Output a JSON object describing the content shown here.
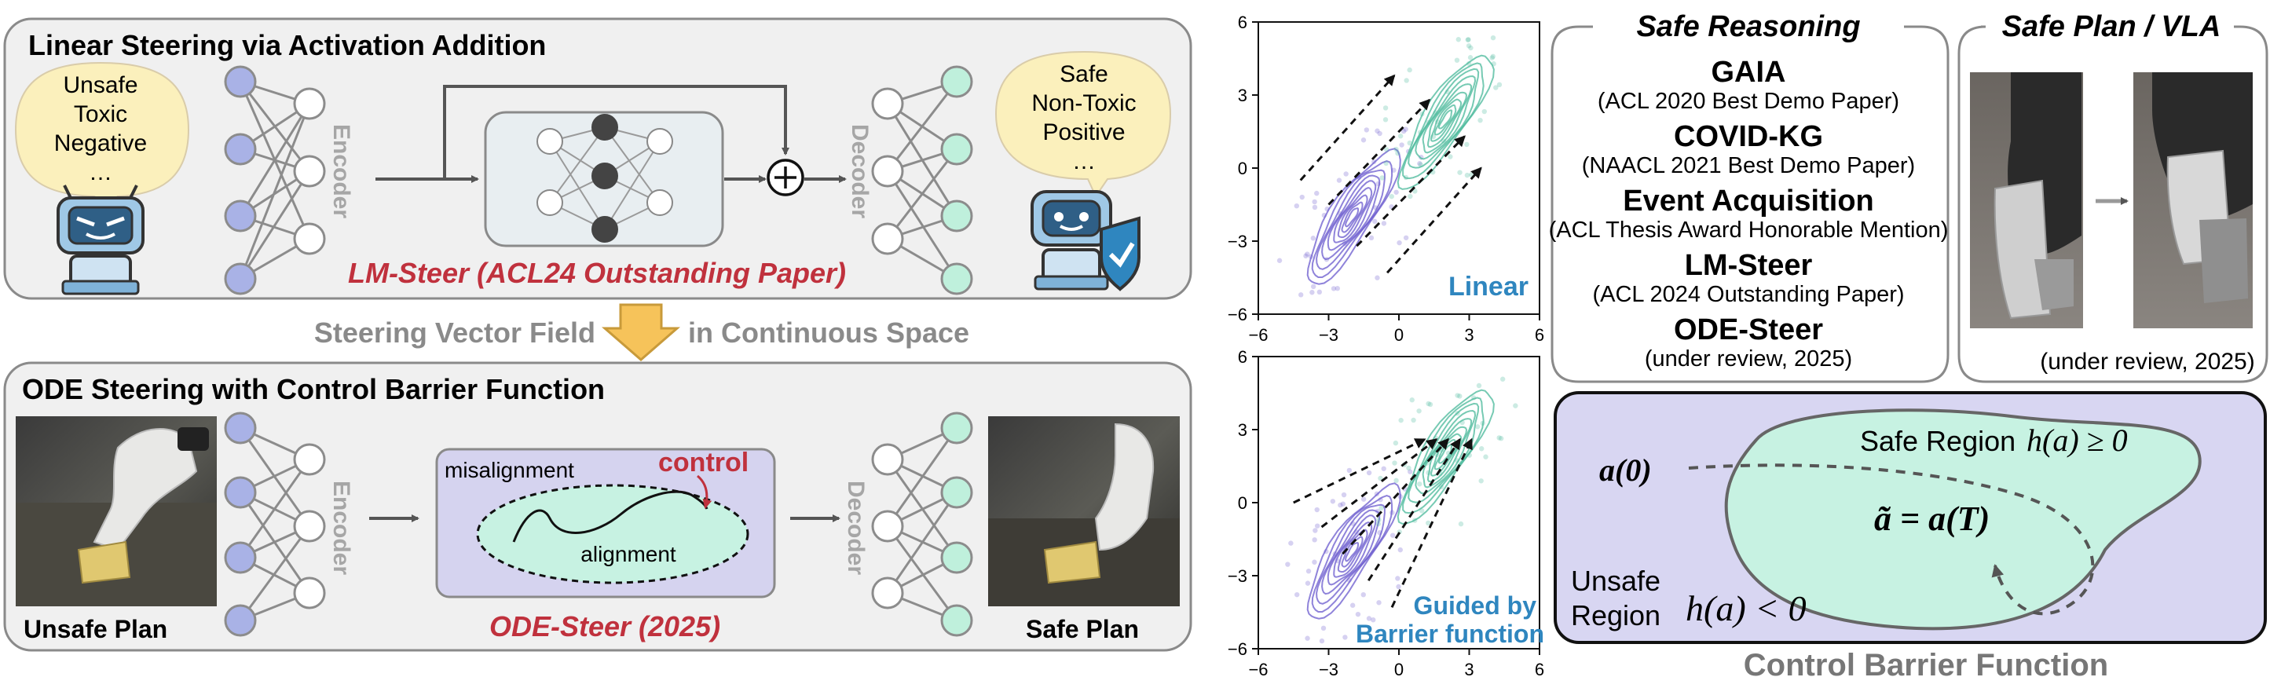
{
  "linear_panel": {
    "title": "Linear Steering via Activation Addition",
    "unsafe_bubble": [
      "Unsafe",
      "Toxic",
      "Negative",
      "…"
    ],
    "safe_bubble": [
      "Safe",
      "Non-Toxic",
      "Positive",
      "…"
    ],
    "encoder_label": "Encoder",
    "decoder_label": "Decoder",
    "plus_symbol": "+",
    "paper_label": "LM-Steer (ACL24 Outstanding Paper)"
  },
  "transition": {
    "left_text": "Steering Vector Field",
    "right_text": "in Continuous Space"
  },
  "ode_panel": {
    "title": "ODE Steering with Control Barrier Function",
    "encoder_label": "Encoder",
    "decoder_label": "Decoder",
    "misalignment_label": "misalignment",
    "control_label": "control",
    "alignment_label": "alignment",
    "unsafe_plan_label": "Unsafe Plan",
    "safe_plan_label": "Safe Plan",
    "paper_label": "ODE-Steer (2025)"
  },
  "chart_data": [
    {
      "type": "scatter",
      "title": "",
      "annotation": "Linear",
      "xlim": [
        -6,
        6
      ],
      "ylim": [
        -6,
        6
      ],
      "xticks": [
        -6,
        -3,
        0,
        3,
        6
      ],
      "yticks": [
        -6,
        -3,
        0,
        3,
        6
      ],
      "series": [
        {
          "color": "#6a5acd",
          "center": [
            -2,
            -2
          ]
        },
        {
          "color": "#48b89a",
          "center": [
            2,
            2
          ]
        }
      ],
      "arrows": [
        {
          "from": [
            -4.2,
            -0.5
          ],
          "to": [
            -0.2,
            3.8
          ]
        },
        {
          "from": [
            -3,
            -1.5
          ],
          "to": [
            1.3,
            2.8
          ]
        },
        {
          "from": [
            -1.8,
            -3.2
          ],
          "to": [
            2.8,
            1.3
          ]
        },
        {
          "from": [
            -0.5,
            -4.3
          ],
          "to": [
            3.5,
            0
          ]
        }
      ]
    },
    {
      "type": "scatter",
      "title": "",
      "annotation": "Guided by Barrier function",
      "xlim": [
        -6,
        6
      ],
      "ylim": [
        -6,
        6
      ],
      "xticks": [
        -6,
        -3,
        0,
        3,
        6
      ],
      "yticks": [
        -6,
        -3,
        0,
        3,
        6
      ],
      "series": [
        {
          "color": "#6a5acd",
          "center": [
            -2,
            -2
          ]
        },
        {
          "color": "#48b89a",
          "center": [
            2,
            2
          ]
        }
      ],
      "arrows": [
        {
          "from": [
            -4.5,
            0
          ],
          "to": [
            1.1,
            2.6
          ]
        },
        {
          "from": [
            -3.3,
            -1
          ],
          "to": [
            1.6,
            2.6
          ]
        },
        {
          "from": [
            -2.4,
            -2.1
          ],
          "to": [
            2.1,
            2.6
          ]
        },
        {
          "from": [
            -1.3,
            -3.2
          ],
          "to": [
            2.6,
            2.6
          ]
        },
        {
          "from": [
            -0.3,
            -4.3
          ],
          "to": [
            3.1,
            2.6
          ]
        }
      ]
    }
  ],
  "safe_reasoning": {
    "title": "Safe Reasoning",
    "items": [
      {
        "name": "GAIA",
        "note": "(ACL 2020 Best Demo Paper)"
      },
      {
        "name": "COVID-KG",
        "note": "(NAACL 2021 Best Demo Paper)"
      },
      {
        "name": "Event Acquisition",
        "note": "(ACL Thesis Award Honorable Mention)"
      },
      {
        "name": "LM-Steer",
        "note": "(ACL 2024 Outstanding Paper)"
      },
      {
        "name": "ODE-Steer",
        "note": "(under review, 2025)"
      }
    ]
  },
  "safe_plan": {
    "title": "Safe Plan / VLA",
    "note": "(under review, 2025)"
  },
  "cbf_panel": {
    "start_label": "a(0)",
    "safe_region_label": "Safe Region",
    "safe_condition": "h(a) ≥ 0",
    "end_label": "ã = a(T)",
    "unsafe_region_label": [
      "Unsafe",
      "Region"
    ],
    "unsafe_condition": "h(a) < 0",
    "caption": "Control Barrier Function"
  },
  "colors": {
    "panel_bg": "#f0f0f0",
    "panel_border": "#8a8a8a",
    "node_purple": "#a9b2e6",
    "node_green": "#bff0dc",
    "accent_red": "#c0313d",
    "accent_blue": "#2f86bf",
    "cbf_bg": "#d8d6f2",
    "safe_region": "#c7f2e2",
    "bubble": "#fbf0bc"
  }
}
